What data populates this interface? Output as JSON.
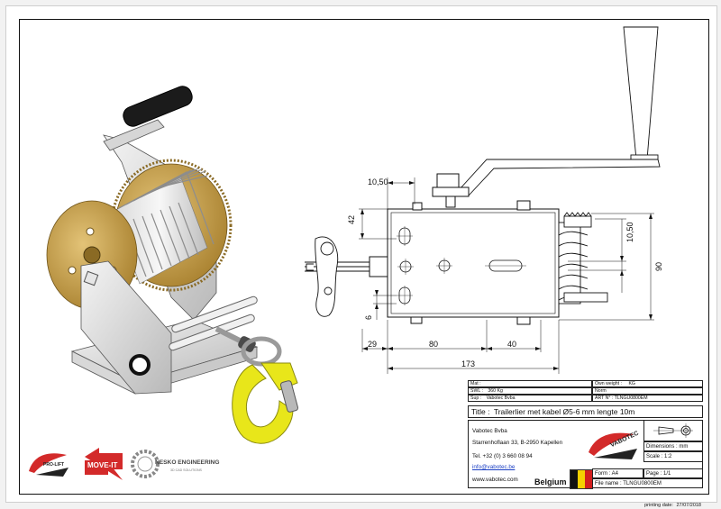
{
  "dimensions": {
    "top": "10,50",
    "height": "42",
    "bottom": "6",
    "right_inner": "10,50",
    "right_outer": "90",
    "left_29": "29",
    "mid_80": "80",
    "right_40": "40",
    "total": "173"
  },
  "titleblock": {
    "mat_label": "Mat :",
    "weight_label": "Own weight :",
    "weight_unit": "KG",
    "swl_label": "SWL :",
    "swl_value": "360 Kg",
    "norm_label": "Norm",
    "sup_label": "Sup :",
    "sup_value": "Vabotec Bvba",
    "art_label": "ART N° : TLNGU0800EM",
    "title_label": "Title :",
    "title_value": "Trailerlier met kabel Ø5-6 mm lengte 10m",
    "company_name": "Vabotec Bvba",
    "address": "Starrenhoflaan 33, B-2950 Kapellen",
    "tel": "Tel. +32 (0) 3 660 08 94",
    "email": "info@vabotec.be",
    "web": "www.vabotec.com",
    "country": "Belgium",
    "form_label": "Form : A4",
    "file_label": "File name : TLNGU0800EM",
    "dimensions_label": "Dimensions : mm",
    "scale_label": "Scale : 1:2",
    "page_label": "Page : 1/1",
    "vabotec_logo_text": "VABOTEC"
  },
  "logos": {
    "proliftr": "PRO-LIFT",
    "moveit": "MOVE-IT",
    "nesko_main": "NESKO ENGINEERING",
    "nesko_sub": "3D CAD SOLUTIONS"
  },
  "printing": {
    "label": "printing date:",
    "date": "27/07/2018"
  },
  "colors": {
    "brass": "#c8a24a",
    "hook_yellow": "#e8e61a",
    "logo_red": "#d32a2a",
    "flag_black": "#111111",
    "flag_yellow": "#f5d000",
    "flag_red": "#d21e1e"
  }
}
